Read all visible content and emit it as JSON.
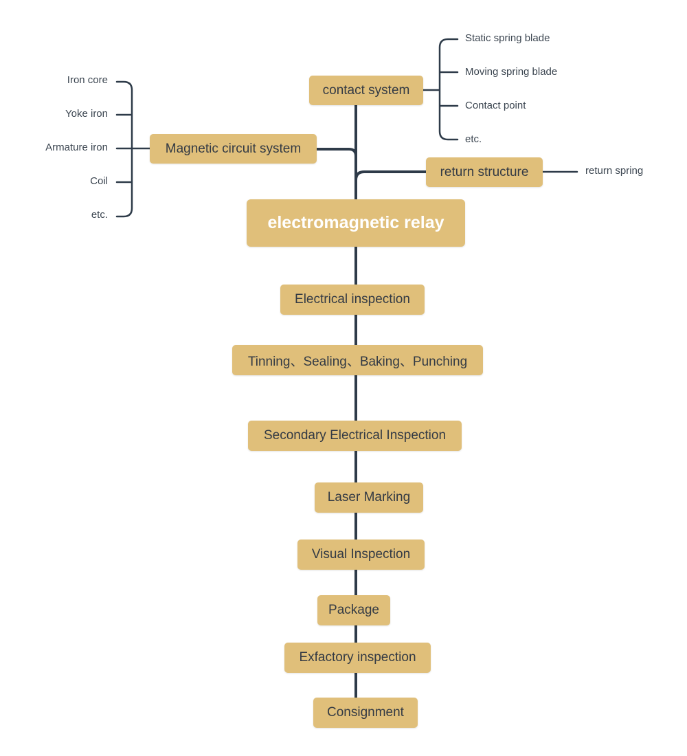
{
  "colors": {
    "node_fill": "#e0bf7a",
    "line": "#2e3b49",
    "text_dark": "#333a44",
    "root_text": "#ffffff"
  },
  "root": {
    "label": "electromagnetic relay"
  },
  "branches": {
    "contact_system": {
      "label": "contact system",
      "children": [
        "Static spring blade",
        "Moving spring blade",
        "Contact point",
        "etc."
      ]
    },
    "magnetic_circuit_system": {
      "label": "Magnetic circuit system",
      "children": [
        "Iron core",
        "Yoke iron",
        "Armature iron",
        "Coil",
        "etc."
      ]
    },
    "return_structure": {
      "label": "return structure",
      "children": [
        "return spring"
      ]
    }
  },
  "process": [
    "Electrical inspection",
    "Tinning、Sealing、Baking、Punching",
    "Secondary Electrical Inspection",
    "Laser Marking",
    "Visual Inspection",
    "Package",
    "Exfactory inspection",
    "Consignment"
  ]
}
